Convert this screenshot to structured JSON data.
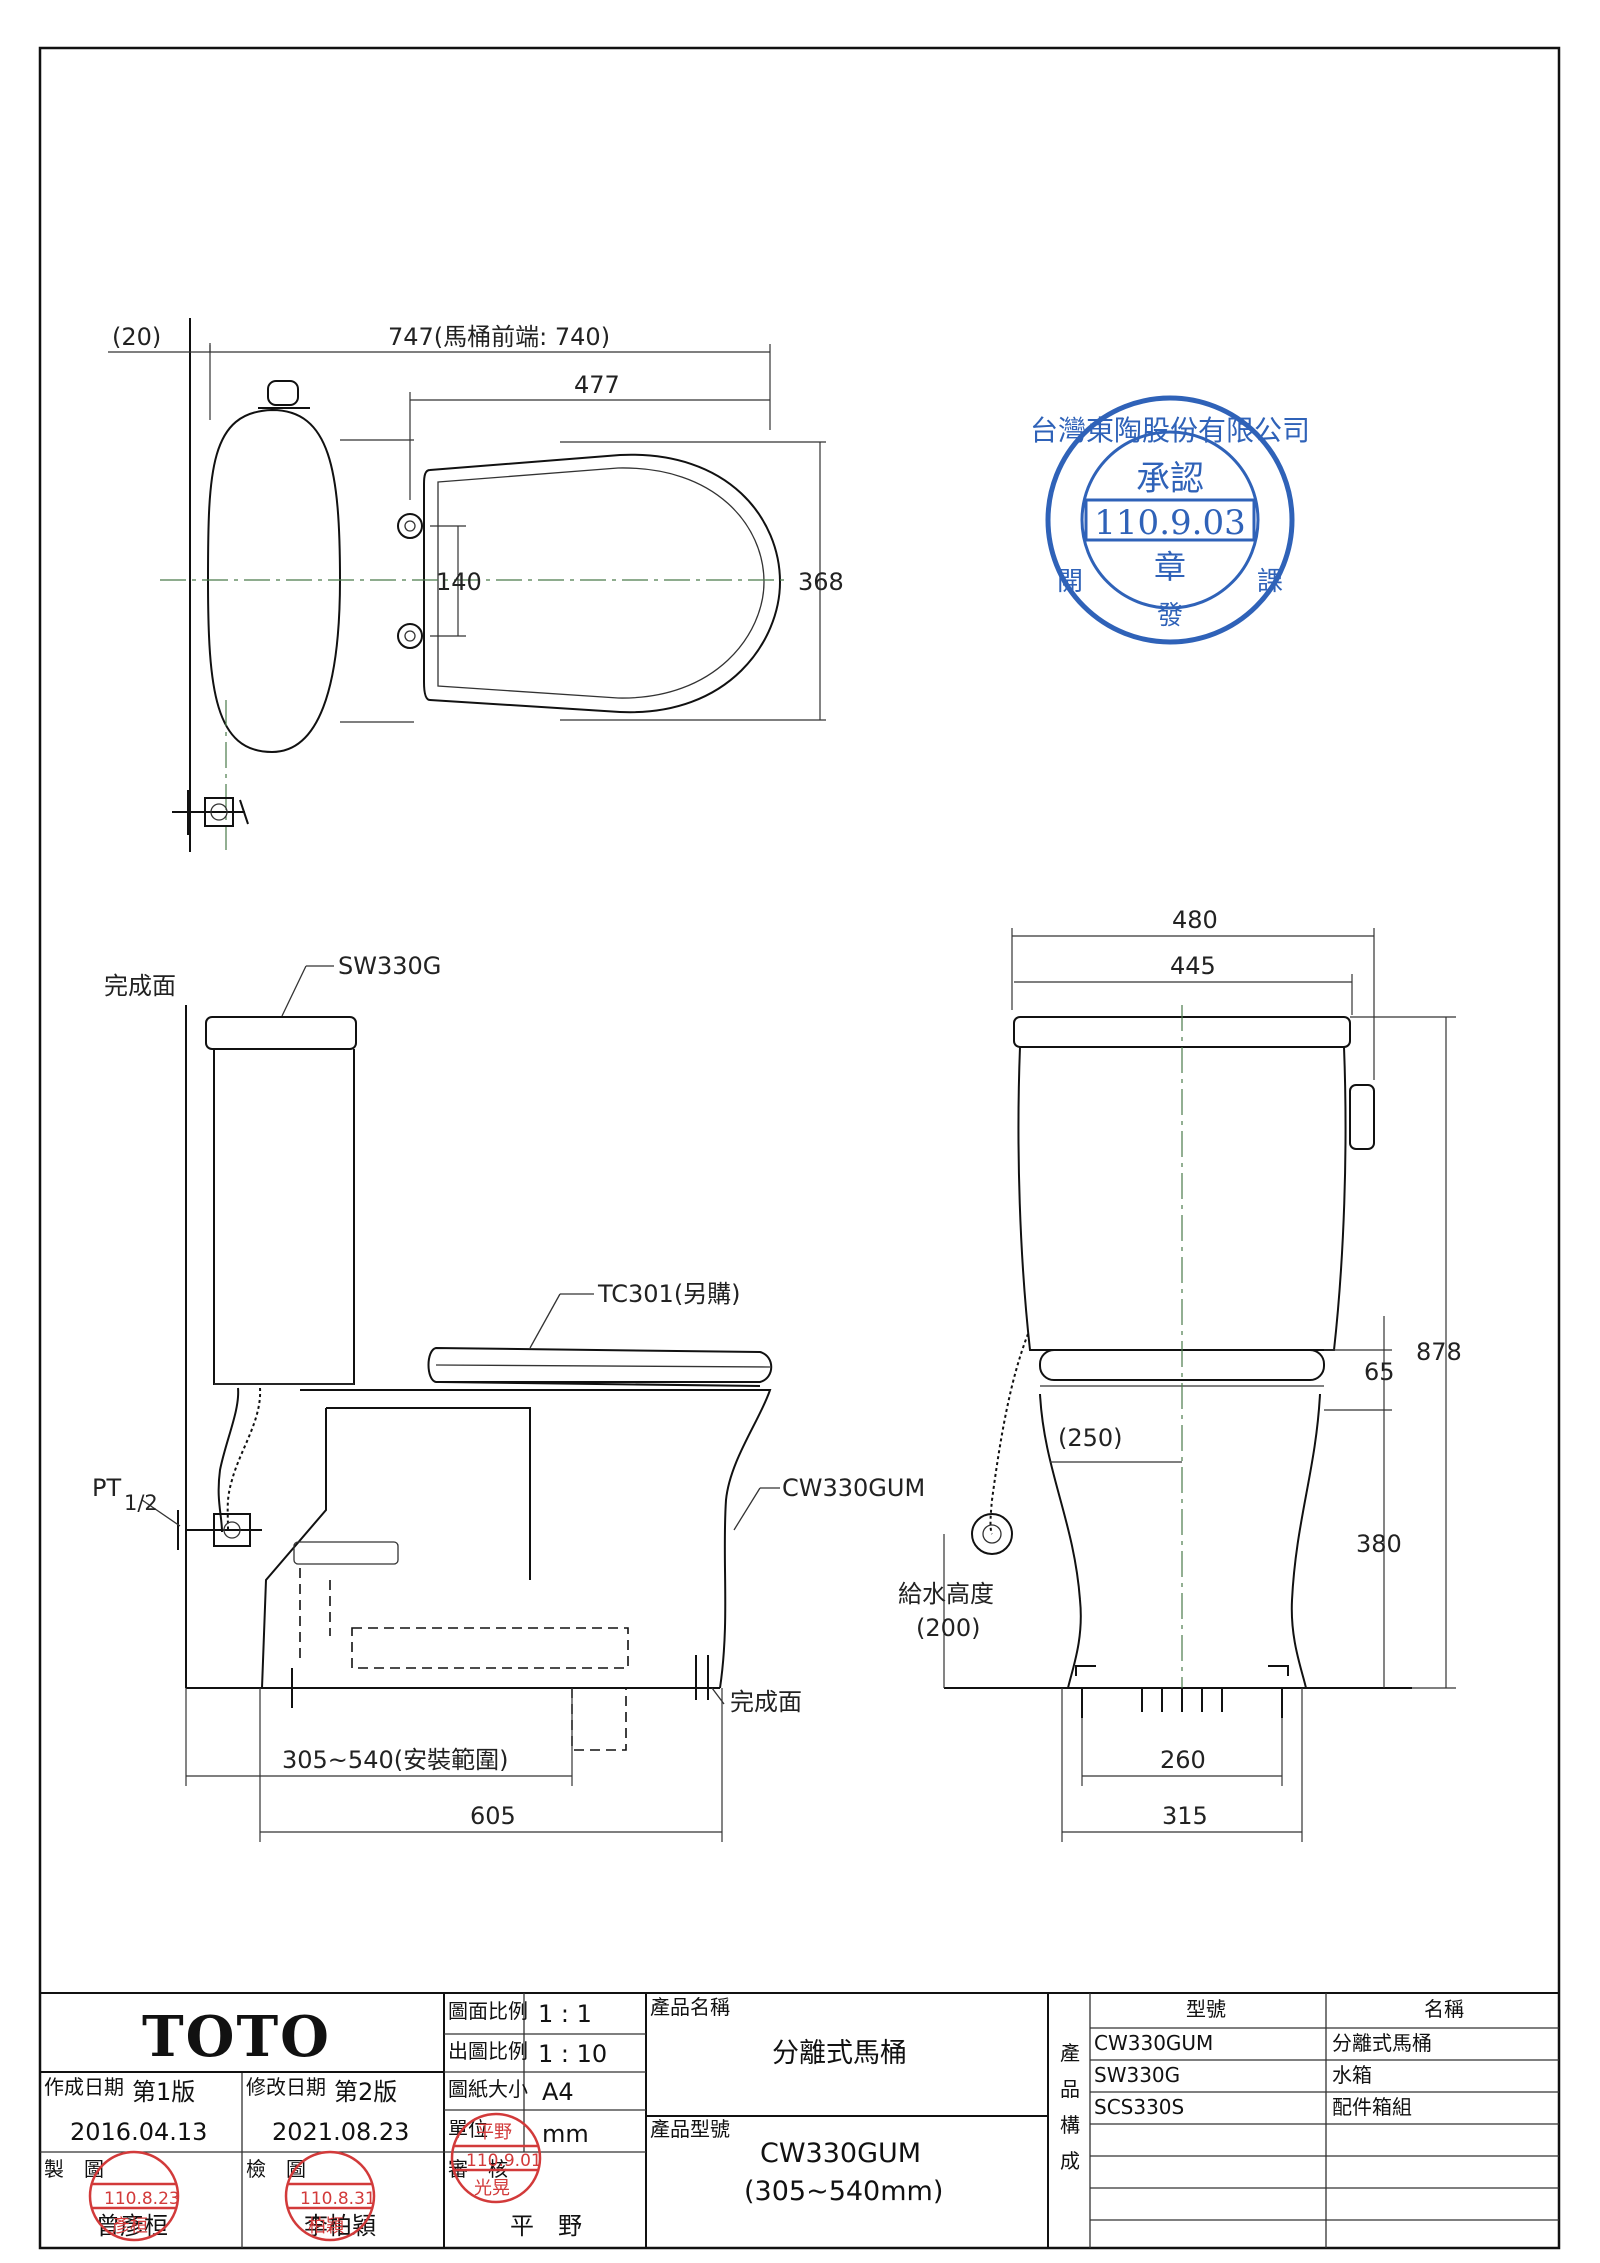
{
  "drawing": {
    "top_view": {
      "dims": {
        "offset": "(20)",
        "overall_length": "747(馬桶前端: 740)",
        "seat_length": "477",
        "bolt_spacing": "140",
        "width": "368"
      }
    },
    "side_view": {
      "labels": {
        "finish_wall": "完成面",
        "tank_model": "SW330G",
        "seat_model": "TC301(另購)",
        "bowl_model": "CW330GUM",
        "pipe_thread": "PT",
        "pipe_fraction": "1/2",
        "finish_floor": "完成面"
      },
      "dims": {
        "install_range": "305~540(安裝範圍)",
        "depth": "605"
      }
    },
    "front_view": {
      "dims": {
        "width_total": "480",
        "width_tank": "445",
        "height_total": "878",
        "seat_offset": "65",
        "bowl_height": "380",
        "water_offset": "(250)",
        "base_inner": "260",
        "base_outer": "315"
      },
      "labels": {
        "supply_height": "給水高度",
        "supply_height_value": "(200)"
      }
    }
  },
  "approval_stamp": {
    "company": "台灣東陶股份有限公司",
    "approve": "承認",
    "date": "110.9.03",
    "seal": "章",
    "left_char": "開",
    "bottom_char": "發",
    "right_char": "課"
  },
  "title_block": {
    "brand": "TOTO",
    "created_label": "作成日期",
    "edition1": "第1版",
    "created_date": "2016.04.13",
    "modified_label": "修改日期",
    "edition2": "第2版",
    "modified_date": "2021.08.23",
    "drafted_label": "製　圖",
    "drafter": "曾彥桓",
    "checked_label": "檢　圖",
    "checker": "李柏穎",
    "reviewed_label": "審　核",
    "reviewer": "平　野",
    "drawing_scale_label": "圖面比例",
    "drawing_scale": "1 : 1",
    "print_scale_label": "出圖比例",
    "print_scale": "1 : 10",
    "paper_size_label": "圖紙大小",
    "paper_size": "A4",
    "unit_label": "單位",
    "unit": "mm",
    "product_name_label": "產品名稱",
    "product_name": "分離式馬桶",
    "product_model_label": "產品型號",
    "product_model": "CW330GUM",
    "product_model_range": "(305~540mm)",
    "composition_label": "產品構成",
    "parts_header_model": "型號",
    "parts_header_name": "名稱",
    "parts": [
      {
        "model": "CW330GUM",
        "name": "分離式馬桶"
      },
      {
        "model": "SW330G",
        "name": "水箱"
      },
      {
        "model": "SCS330S",
        "name": "配件箱組"
      }
    ],
    "small_stamps": {
      "draft_date": "110.8.23",
      "draft_name": "彥桓",
      "check_date": "110.8.31",
      "check_name": "柏穎",
      "review_date": "110.9.01",
      "review_name": "光晃",
      "review_top": "平野"
    }
  }
}
